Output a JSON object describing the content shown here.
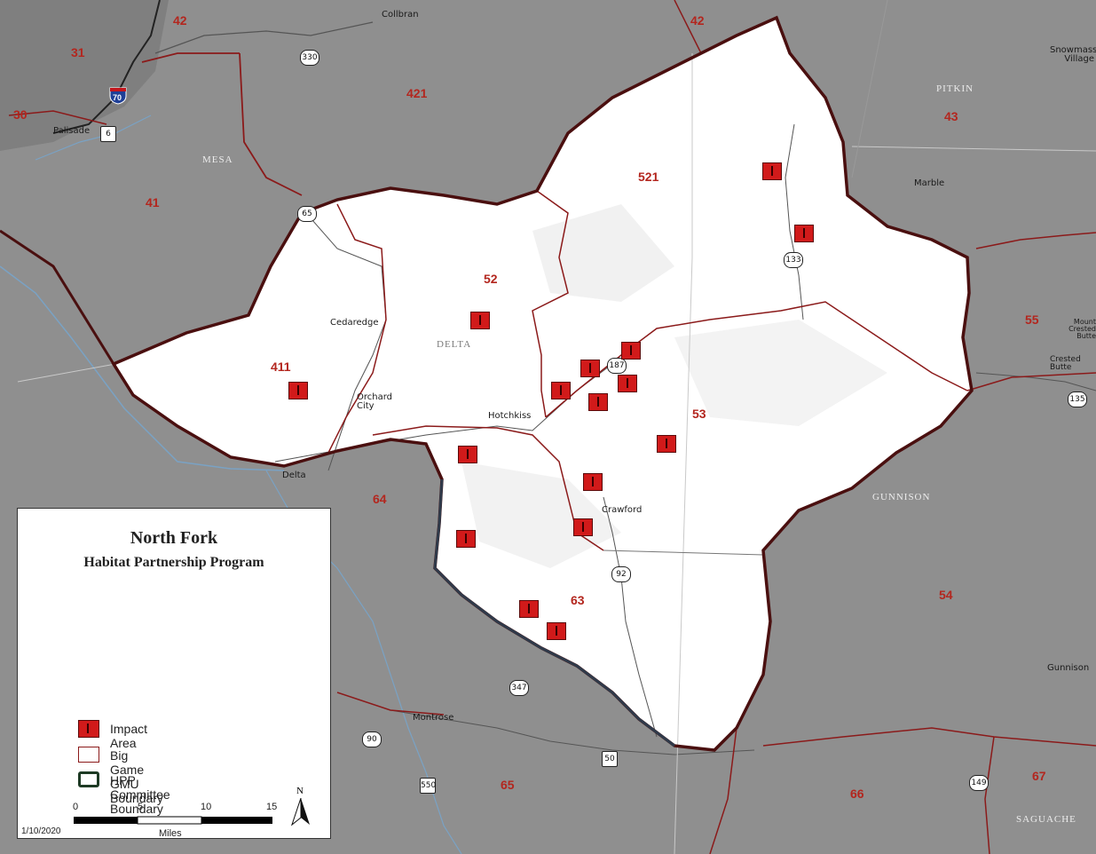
{
  "legend": {
    "title": "North Fork",
    "subtitle": "Habitat Partnership Program",
    "items": [
      {
        "label": "Impact Area",
        "symbol": "impact"
      },
      {
        "label": "Big Game GMU Boundary",
        "symbol": "gmu"
      },
      {
        "label": "HPP Committee Boundary",
        "symbol": "hpp"
      }
    ],
    "scale": {
      "ticks": [
        "0",
        "5",
        "10",
        "15"
      ],
      "unit": "Miles"
    },
    "north": "N",
    "date": "1/10/2020"
  },
  "gmu_labels": [
    "42",
    "31",
    "30",
    "421",
    "42",
    "43",
    "41",
    "521",
    "52",
    "55",
    "411",
    "53",
    "64",
    "63",
    "54",
    "65",
    "66",
    "67"
  ],
  "towns": [
    "Collbran",
    "Palisade",
    "Snowmass Village",
    "Marble",
    "Cedaredge",
    "Orchard City",
    "Hotchkiss",
    "Delta",
    "Crawford",
    "Mount Crested Butte",
    "Crested Butte",
    "Montrose",
    "Gunnison"
  ],
  "counties": [
    "MESA",
    "PITKIN",
    "DELTA",
    "GUNNISON",
    "SAGUACHE"
  ],
  "routes": [
    "330",
    "6",
    "65",
    "133",
    "187",
    "135",
    "92",
    "347",
    "90",
    "50",
    "550",
    "149"
  ],
  "interstate": "70",
  "colors": {
    "map_background": "#8f8f8f",
    "hpp_area": "#ffffff",
    "gmu_boundary": "#8b1a1a",
    "hpp_boundary": "#4a0f0f",
    "impact_area": "#d11a1a",
    "gmu_label": "#b3261e"
  }
}
